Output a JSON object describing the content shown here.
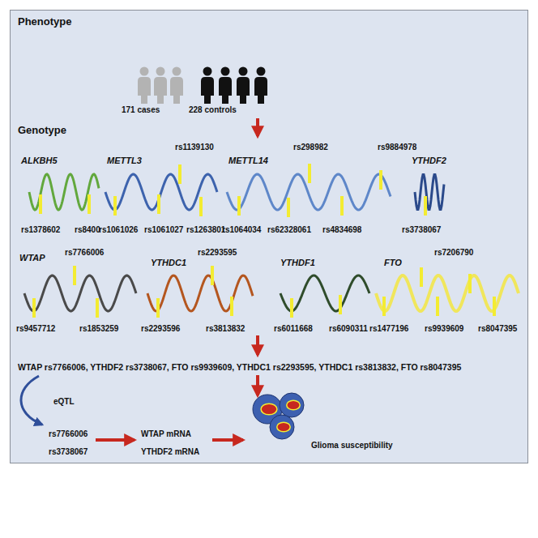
{
  "diagram": {
    "nodes": [
      {
        "text": [
          "Phenotype"
        ]
      }
    ],
    "labels": [
      "Genotype",
      "171 cases",
      "228 controls",
      "ALKBH5",
      "METTL3",
      "METTL14",
      "YTHDF2",
      "rs1139130",
      "rs298982",
      "rs9884978",
      "rs1378602",
      "rs8400",
      "rs1061026",
      "rs1061027",
      "rs1263801",
      "rs1064034",
      "rs62328061",
      "rs4834698",
      "rs3738067",
      "WTAP",
      "rs7766006",
      "YTHDC1",
      "rs2293595",
      "YTHDF1",
      "FTO",
      "rs7206790",
      "rs9457712",
      "rs1853259",
      "rs2293596",
      "rs3813832",
      "rs6011668",
      "rs6090311",
      "rs1477196",
      "rs9939609",
      "rs8047395",
      "WTAP rs7766006, YTHDF2 rs3738067, FTO rs9939609, YTHDC1 rs2293595, YTHDC1 rs3813832, FTO rs8047395",
      "eQTL",
      "rs7766006",
      "rs3738067",
      "WTAP mRNA",
      "YTHDF2 mRNA",
      "Glioma susceptibility"
    ]
  }
}
